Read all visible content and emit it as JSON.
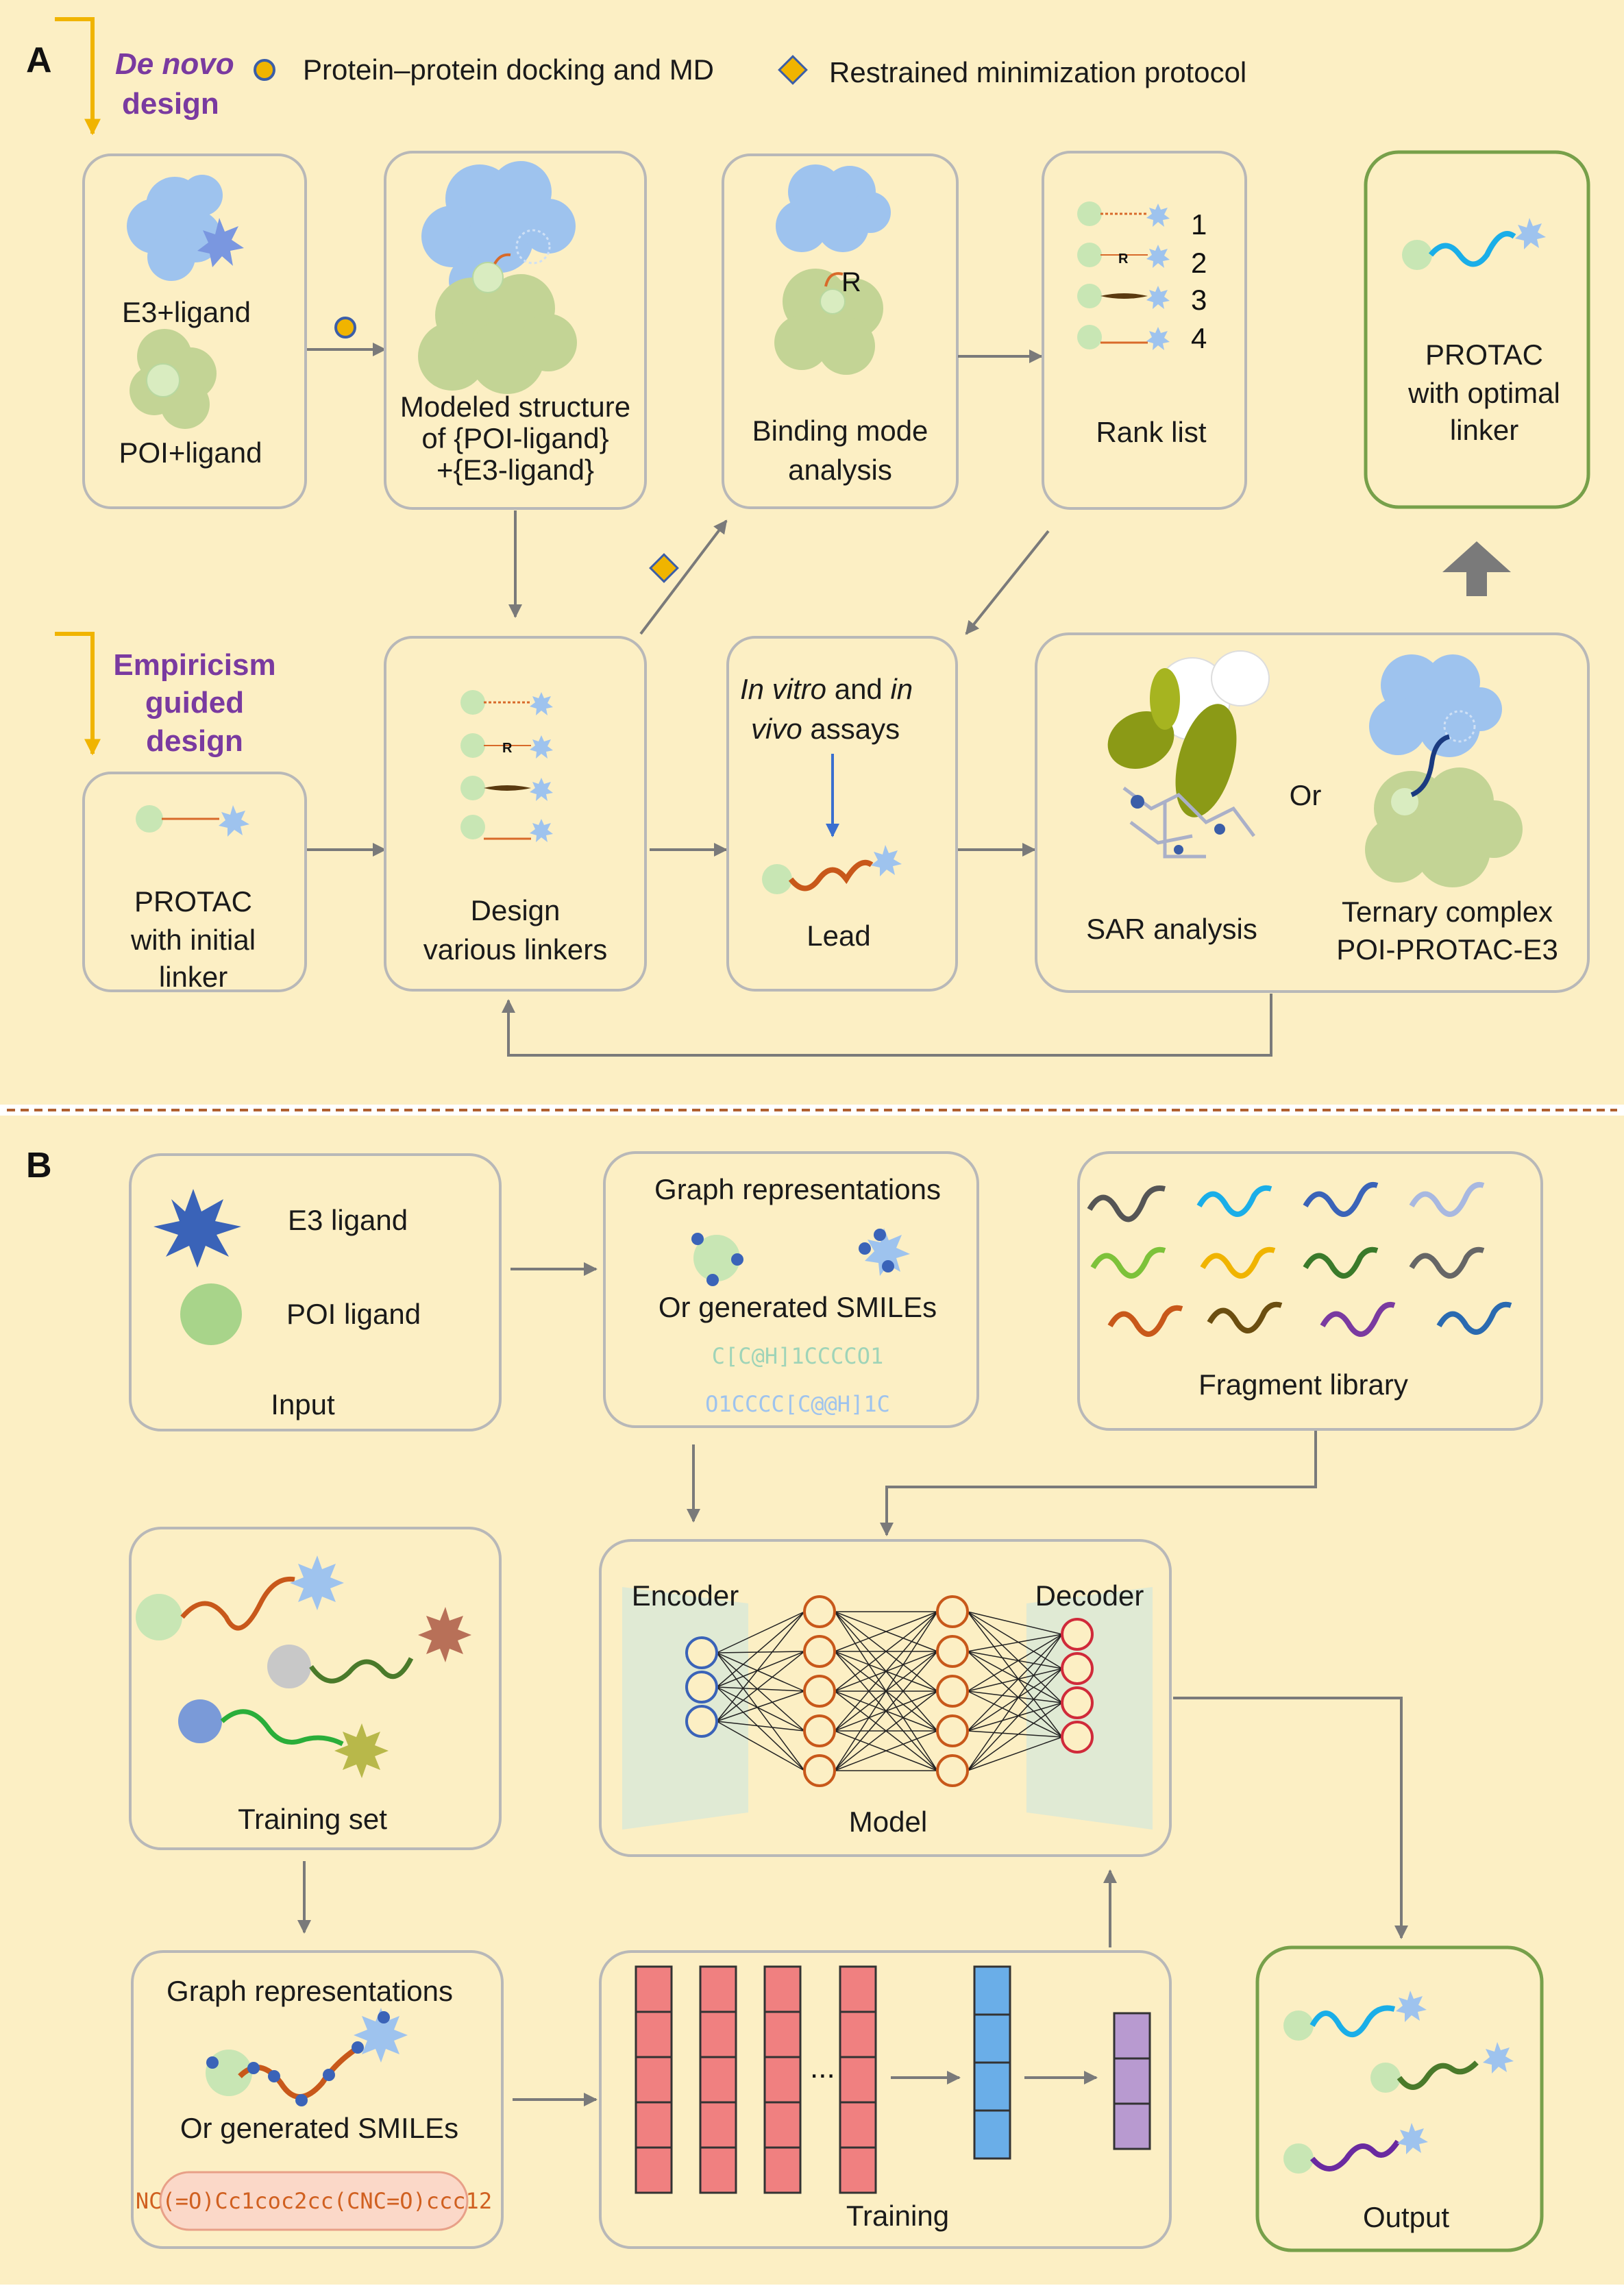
{
  "panel_a": {
    "letter": "A",
    "de_novo_1": "De novo",
    "de_novo_2": "design",
    "legend_circle": "Protein–protein docking and MD",
    "legend_diamond": "Restrained minimization protocol",
    "e3_ligand": "E3+ligand",
    "poi_ligand": "POI+ligand",
    "modeled_1": "Modeled structure",
    "modeled_2": "of {POI-ligand}",
    "modeled_3": "+{E3-ligand}",
    "r_label": "R",
    "binding_1": "Binding mode",
    "binding_2": "analysis",
    "rank_numbers": [
      "1",
      "2",
      "3",
      "4"
    ],
    "rank_r": "R",
    "rank_list": "Rank list",
    "protac_opt_1": "PROTAC",
    "protac_opt_2": "with optimal",
    "protac_opt_3": "linker",
    "emp_1": "Empiricism",
    "emp_2": "guided",
    "emp_3": "design",
    "protac_init_1": "PROTAC",
    "protac_init_2": "with initial",
    "protac_init_3": "linker",
    "design_r": "R",
    "design_1": "Design",
    "design_2": "various linkers",
    "assay_in1": "In vitro",
    "assay_and": " and ",
    "assay_in2": "in",
    "assay_vivo": "vivo",
    "assay_assays": " assays",
    "lead": "Lead",
    "sar": "SAR analysis",
    "or": "Or",
    "ternary_1": "Ternary complex",
    "ternary_2": "POI-PROTAC-E3"
  },
  "panel_b": {
    "letter": "B",
    "e3_ligand": "E3 ligand",
    "poi_ligand": "POI ligand",
    "input": "Input",
    "graph_rep": "Graph representations",
    "or_smiles": "Or generated SMILEs",
    "smiles_1": "C[C@H]1CCCCO1",
    "smiles_2": "O1CCCC[C@@H]1C",
    "fragment_library": "Fragment library",
    "training_set": "Training set",
    "encoder": "Encoder",
    "decoder": "Decoder",
    "model": "Model",
    "graph_rep_2": "Graph representations",
    "or_smiles_2": "Or generated SMILEs",
    "smiles_3": "NC(=O)Cc1coc2cc(CNC=O)ccc12",
    "ellipsis": "...",
    "training": "Training",
    "output": "Output"
  },
  "colors": {
    "background": "#fcefc4",
    "e3_blue": "#9ec3ee",
    "poi_green": "#c3d495",
    "purple_label": "#7a3aa0",
    "arrow_gray": "#7a7a7a",
    "gold_arrow": "#f0b400"
  },
  "icons": [
    "e3-protein-icon",
    "poi-protein-icon",
    "linker-icon",
    "ligand-star-icon",
    "ligand-circle-icon",
    "neural-network-icon",
    "sar-molecule-icon",
    "fragment-icon"
  ]
}
